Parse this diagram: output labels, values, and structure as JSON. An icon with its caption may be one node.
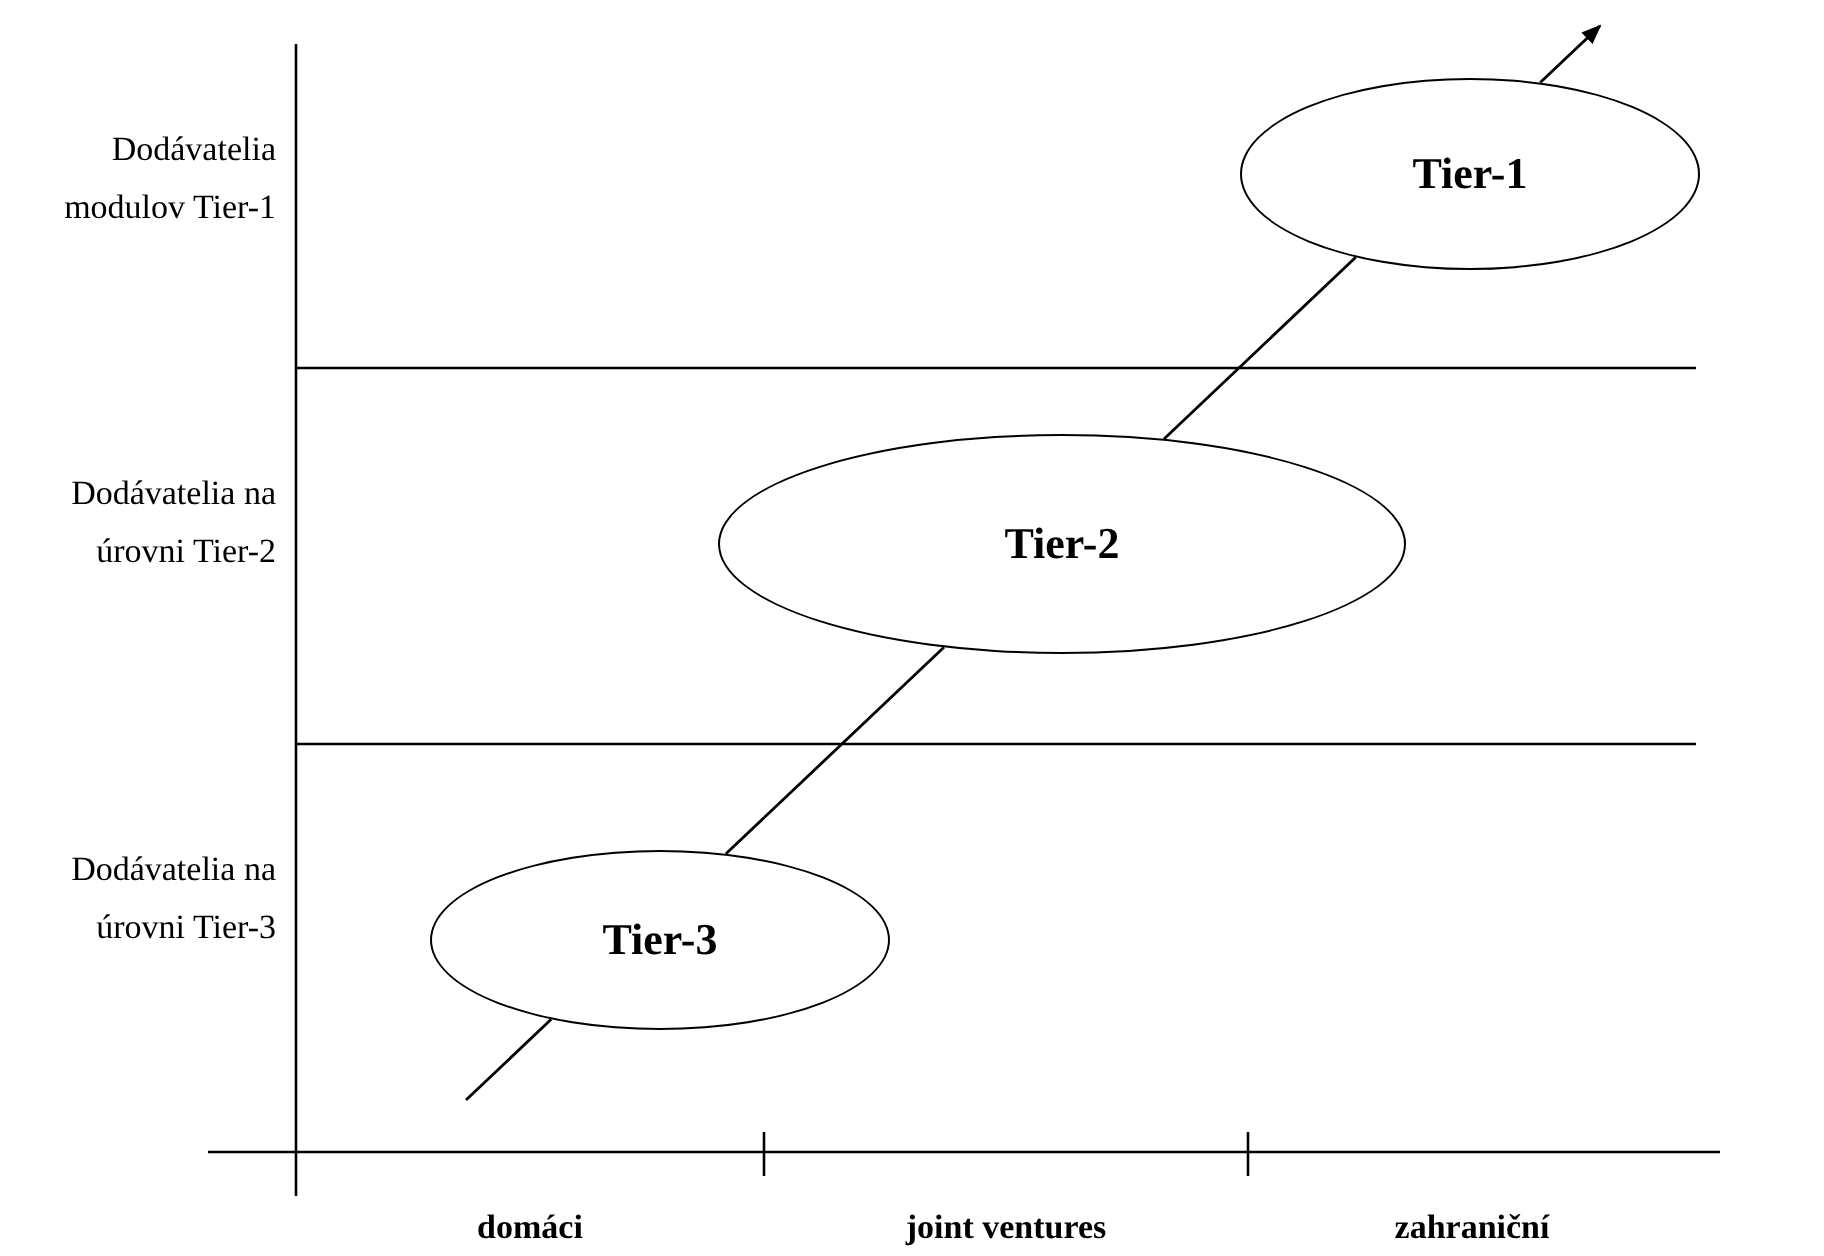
{
  "diagram": {
    "nodes": [
      {
        "text": [
          "Tier-1"
        ]
      },
      {
        "text": [
          "Tier-2"
        ]
      },
      {
        "text": [
          "Tier-3"
        ]
      }
    ],
    "edges": [
      {
        "from": null,
        "to": 2,
        "arrow": "none"
      },
      {
        "from": 2,
        "to": 1,
        "arrow": "none"
      },
      {
        "from": 1,
        "to": 0,
        "arrow": "none"
      },
      {
        "from": 0,
        "to": null,
        "arrow": "to"
      }
    ],
    "labels": [
      "Dodávatelia modulov Tier-1",
      "Dodávatelia na úrovni Tier-2",
      "Dodávatelia na úrovni Tier-3",
      "domáci",
      "joint ventures",
      "zahraniční"
    ]
  }
}
